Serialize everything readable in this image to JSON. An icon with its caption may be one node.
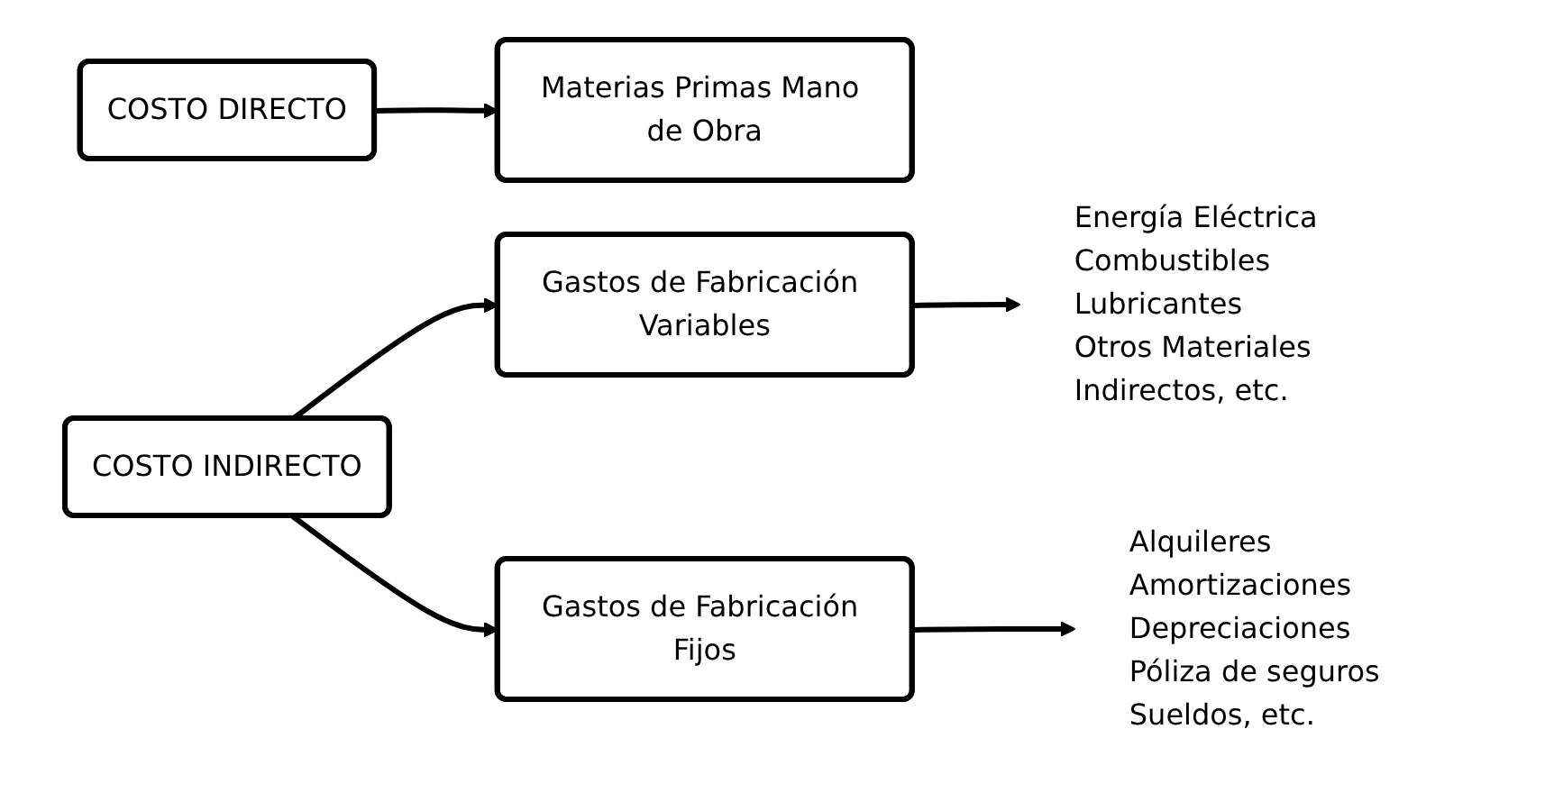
{
  "diagram": {
    "nodes": [
      {
        "text": [
          "COSTO DIRECTO"
        ]
      },
      {
        "text": [
          "Materias Primas Mano de Obra"
        ]
      },
      {
        "text": [
          "COSTO INDIRECTO"
        ]
      },
      {
        "text": [
          "Gastos de Fabricación Variables"
        ]
      },
      {
        "text": [
          "Gastos de Fabricación Fijos"
        ]
      },
      {
        "text": [
          "Energía Eléctrica",
          "Combustibles",
          "Lubricantes",
          "Otros Materiales Indirectos, etc."
        ]
      },
      {
        "text": [
          "Alquileres",
          "Amortizaciones",
          "Depreciaciones",
          "Póliza de seguros",
          "Sueldos, etc."
        ]
      }
    ],
    "edges": [
      {
        "from": 0,
        "to": 1,
        "arrow": "to"
      },
      {
        "from": 2,
        "to": 3,
        "arrow": "to"
      },
      {
        "from": 2,
        "to": 4,
        "arrow": "to"
      },
      {
        "from": 3,
        "to": 5,
        "arrow": "to"
      },
      {
        "from": 4,
        "to": 6,
        "arrow": "to"
      }
    ]
  }
}
